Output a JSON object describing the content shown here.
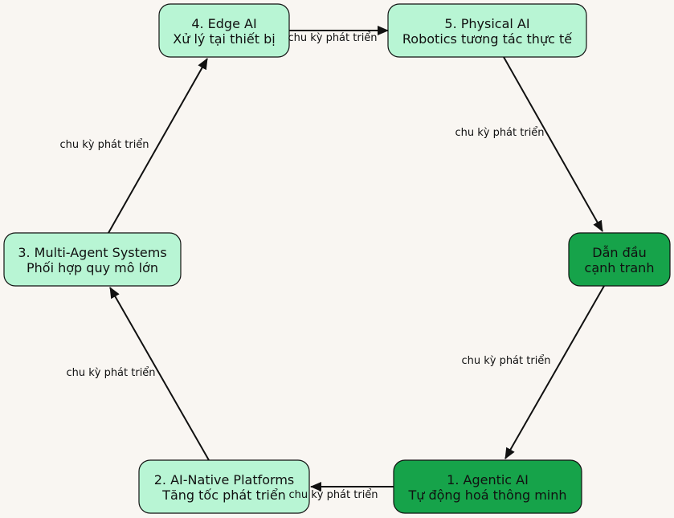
{
  "colors": {
    "background": "#f9f6f2",
    "node_light": "#b8f5d4",
    "node_dark": "#16a34a",
    "node_border": "#111111",
    "edge": "#111111"
  },
  "nodes": [
    {
      "id": "n1",
      "line1": "1. Agentic AI",
      "line2": "Tự động hoá thông minh",
      "style": "dark"
    },
    {
      "id": "n2",
      "line1": "2. AI-Native Platforms",
      "line2": "Tăng tốc phát triển",
      "style": "light"
    },
    {
      "id": "n3",
      "line1": "3. Multi-Agent Systems",
      "line2": "Phối hợp quy mô lớn",
      "style": "light"
    },
    {
      "id": "n4",
      "line1": "4. Edge AI",
      "line2": "Xử lý tại thiết bị",
      "style": "light"
    },
    {
      "id": "n5",
      "line1": "5. Physical AI",
      "line2": "Robotics tương tác thực tế",
      "style": "light"
    },
    {
      "id": "n6",
      "line1": "Dẫn đầu",
      "line2": "cạnh tranh",
      "style": "dark"
    }
  ],
  "edges": [
    {
      "from": "n1",
      "to": "n2",
      "label": "chu kỳ phát triển"
    },
    {
      "from": "n2",
      "to": "n3",
      "label": "chu kỳ phát triển"
    },
    {
      "from": "n3",
      "to": "n4",
      "label": "chu kỳ phát triển"
    },
    {
      "from": "n4",
      "to": "n5",
      "label": "chu kỳ phát triển"
    },
    {
      "from": "n5",
      "to": "n6",
      "label": "chu kỳ phát triển"
    },
    {
      "from": "n6",
      "to": "n1",
      "label": "chu kỳ phát triển"
    }
  ]
}
